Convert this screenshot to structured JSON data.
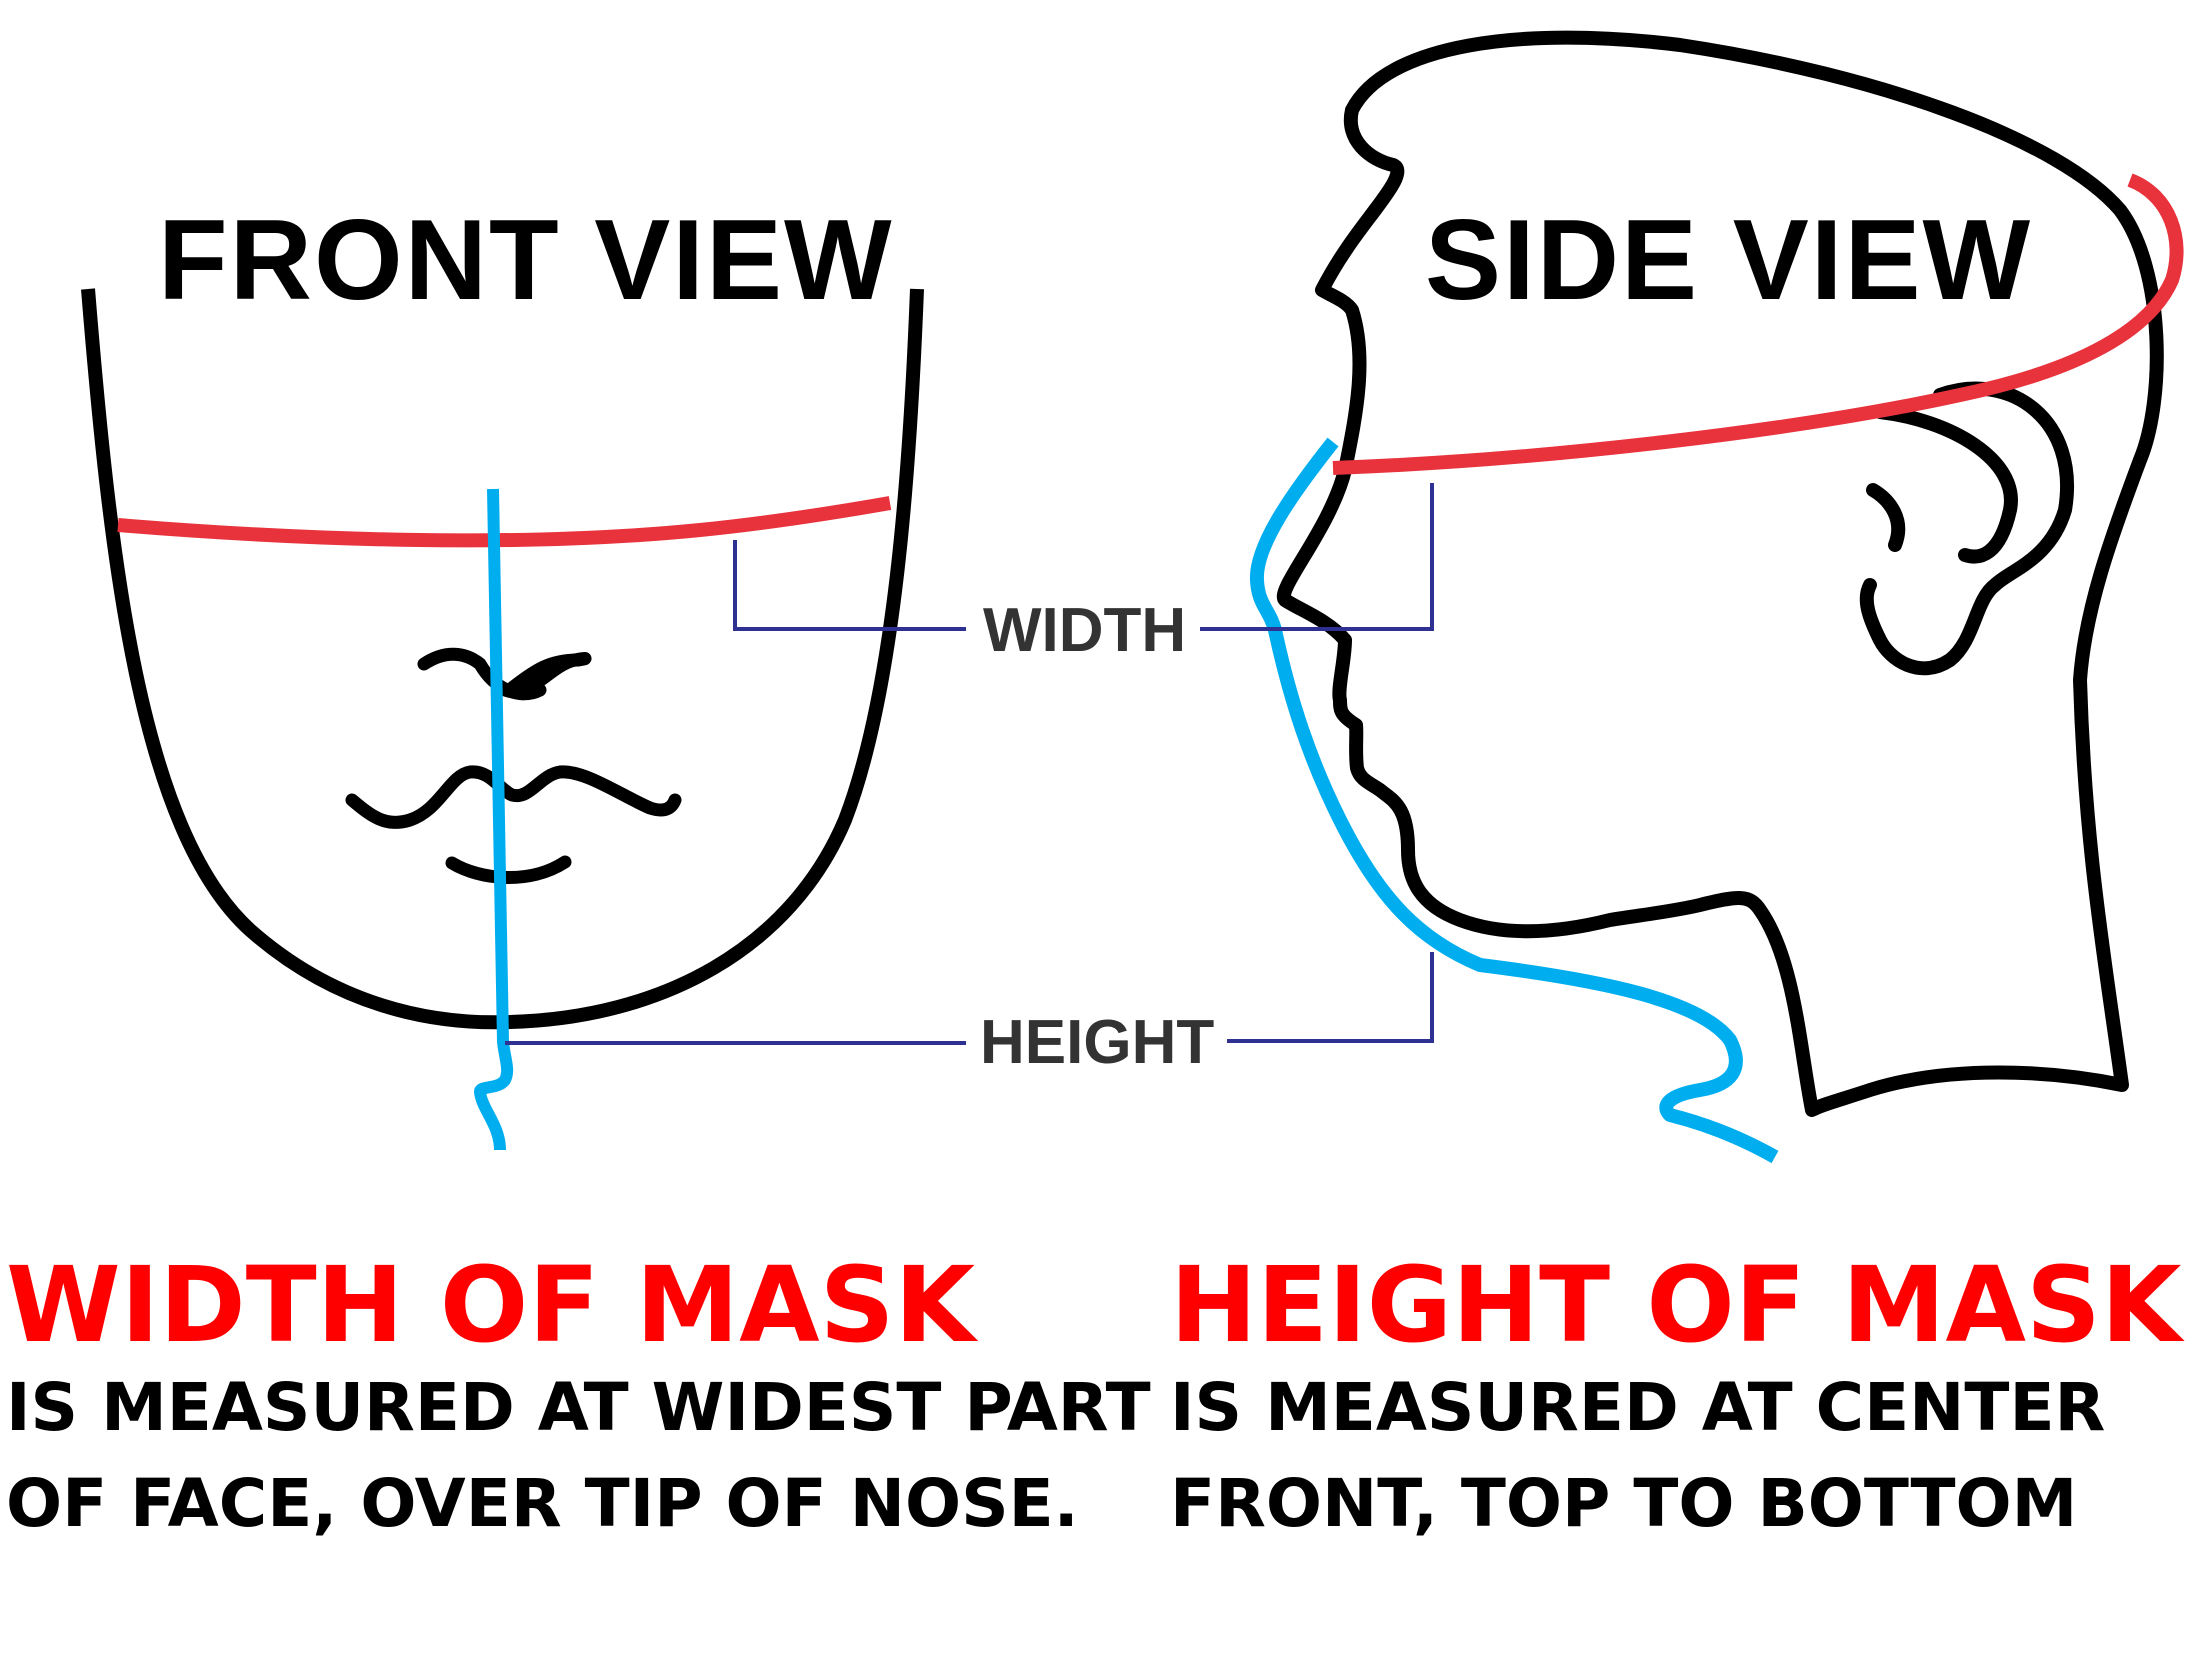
{
  "front_view": {
    "title": "FRONT VIEW"
  },
  "side_view": {
    "title": "SIDE VIEW"
  },
  "dimension_labels": {
    "width": "WIDTH",
    "height": "HEIGHT"
  },
  "captions": {
    "width": {
      "heading": "WIDTH OF MASK",
      "line1": "IS MEASURED AT WIDEST PART",
      "line2": "OF FACE, OVER TIP OF NOSE."
    },
    "height": {
      "heading": "HEIGHT OF MASK",
      "line1": "IS MEASURED AT CENTER",
      "line2": "FRONT, TOP TO BOTTOM"
    }
  },
  "colors": {
    "width_line": "#e8323c",
    "height_line": "#00aeef",
    "dimension_bracket": "#2e3192",
    "outline": "#000000",
    "caption_heading": "#ff0000"
  }
}
